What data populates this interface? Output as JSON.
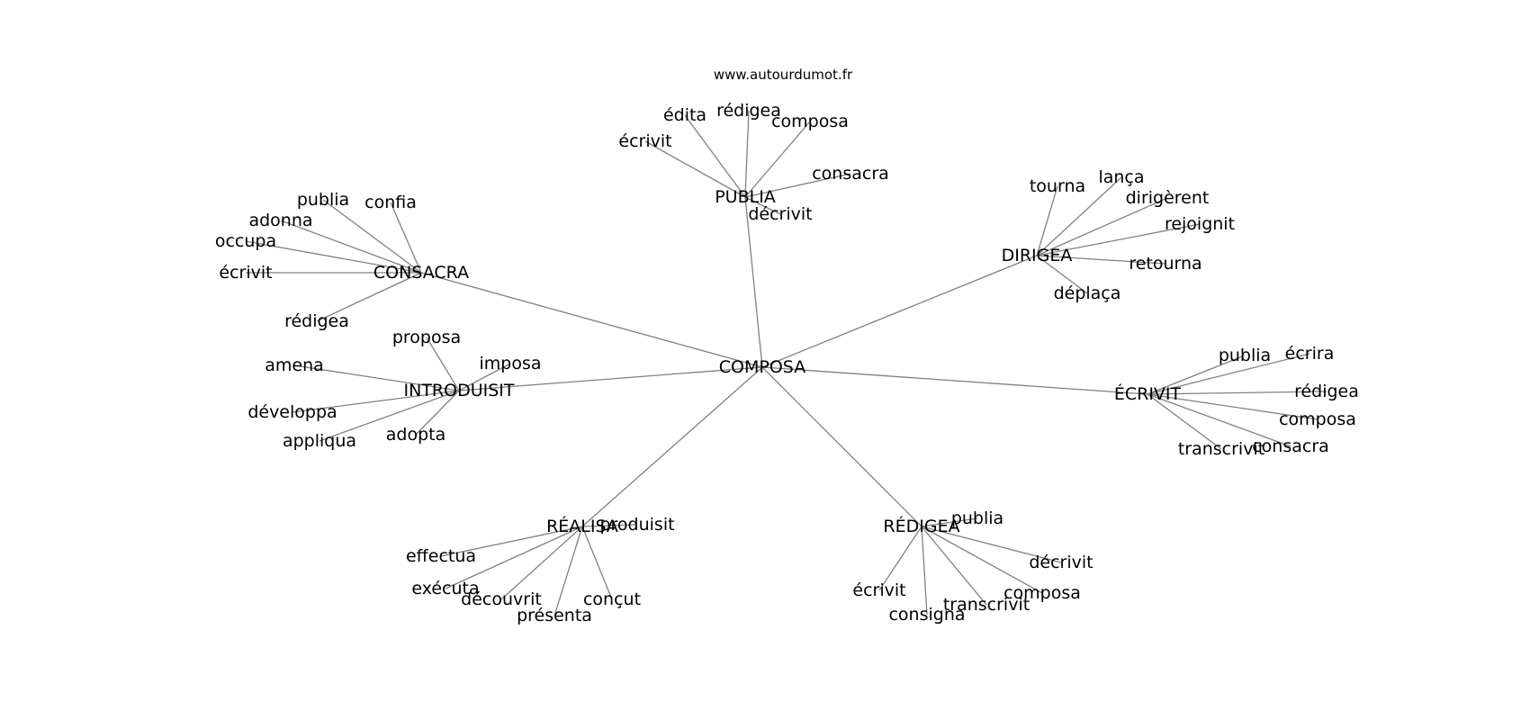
{
  "source_text": "www.autourdumot.fr",
  "graph": {
    "center": {
      "label": "COMPOSA"
    },
    "clusters": [
      {
        "id": "publia",
        "label": "PUBLIA",
        "leaves": [
          "écrivit",
          "édita",
          "rédigea",
          "composa",
          "consacra",
          "décrivit"
        ]
      },
      {
        "id": "dirigea",
        "label": "DIRIGEA",
        "leaves": [
          "tourna",
          "lança",
          "dirigèrent",
          "rejoignit",
          "retourna",
          "déplaça"
        ]
      },
      {
        "id": "ecrivit",
        "label": "ÉCRIVIT",
        "leaves": [
          "publia",
          "écrira",
          "rédigea",
          "composa",
          "consacra",
          "transcrivit"
        ]
      },
      {
        "id": "redigea",
        "label": "RÉDIGEA",
        "leaves": [
          "publia",
          "décrivit",
          "composa",
          "transcrivit",
          "consigna",
          "écrivit"
        ]
      },
      {
        "id": "realisa",
        "label": "RÉALISA",
        "leaves": [
          "produisit",
          "effectua",
          "exécuta",
          "découvrit",
          "présenta",
          "conçut"
        ]
      },
      {
        "id": "introduisit",
        "label": "INTRODUISIT",
        "leaves": [
          "proposa",
          "imposa",
          "amena",
          "développa",
          "appliqua",
          "adopta"
        ]
      },
      {
        "id": "consacra",
        "label": "CONSACRA",
        "leaves": [
          "publia",
          "confia",
          "adonna",
          "occupa",
          "écrivit",
          "rédigea"
        ]
      }
    ]
  }
}
